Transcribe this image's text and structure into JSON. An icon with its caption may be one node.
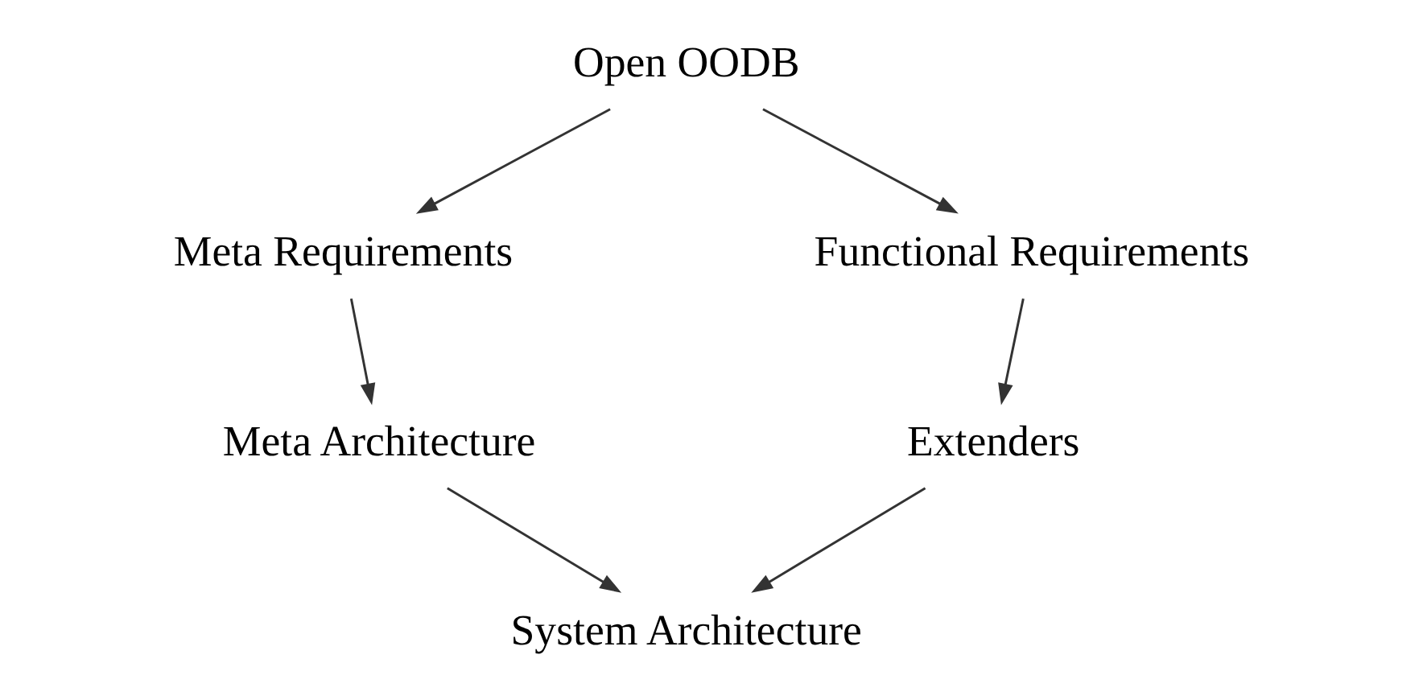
{
  "diagram": {
    "nodes": [
      {
        "text": [
          "Open OODB"
        ]
      },
      {
        "text": [
          "Meta Requirements"
        ]
      },
      {
        "text": [
          "Functional Requirements"
        ]
      },
      {
        "text": [
          "Meta Architecture"
        ]
      },
      {
        "text": [
          "Extenders"
        ]
      },
      {
        "text": [
          "System Architecture"
        ]
      }
    ],
    "edges": [
      {
        "from": 0,
        "to": 1,
        "arrow": "to"
      },
      {
        "from": 0,
        "to": 2,
        "arrow": "to"
      },
      {
        "from": 1,
        "to": 3,
        "arrow": "to"
      },
      {
        "from": 2,
        "to": 4,
        "arrow": "to"
      },
      {
        "from": 3,
        "to": 5,
        "arrow": "to"
      },
      {
        "from": 4,
        "to": 5,
        "arrow": "to"
      }
    ]
  }
}
